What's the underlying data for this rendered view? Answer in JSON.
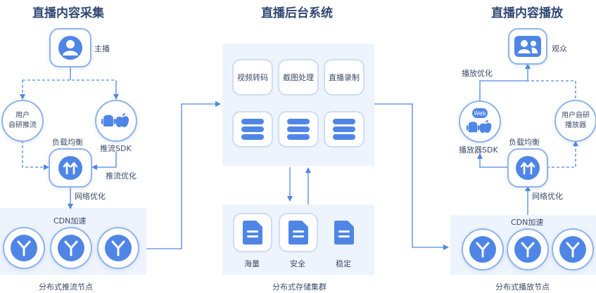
{
  "titles": {
    "collect": "直播内容采集",
    "backend": "直播后台系统",
    "playback": "直播内容播放"
  },
  "left": {
    "anchor": "主播",
    "self_push": "用户\n自研推流",
    "push_sdk": "推流SDK",
    "load_balance": "负载均衡",
    "push_optimize": "推流优化",
    "net_optimize": "网络优化",
    "cdn": "CDN加速",
    "nodes_label": "分布式推流节点"
  },
  "center": {
    "tiles": [
      "视频转码",
      "截图处理",
      "直播录制"
    ],
    "storage": [
      "海量",
      "安全",
      "稳定"
    ],
    "storage_label": "分布式存储集群"
  },
  "right": {
    "audience": "观众",
    "play_optimize": "播放优化",
    "web": "Web",
    "player_sdk": "播放器SDK",
    "self_player": "用户自研\n播放器",
    "load_balance": "负载均衡",
    "net_optimize": "网络优化",
    "cdn": "CDN加速",
    "nodes_label": "分布式播放节点"
  },
  "colors": {
    "accent": "#4f86e6",
    "border": "#8fb3ec",
    "panel": "#eef4fd",
    "title": "#2f4773"
  }
}
